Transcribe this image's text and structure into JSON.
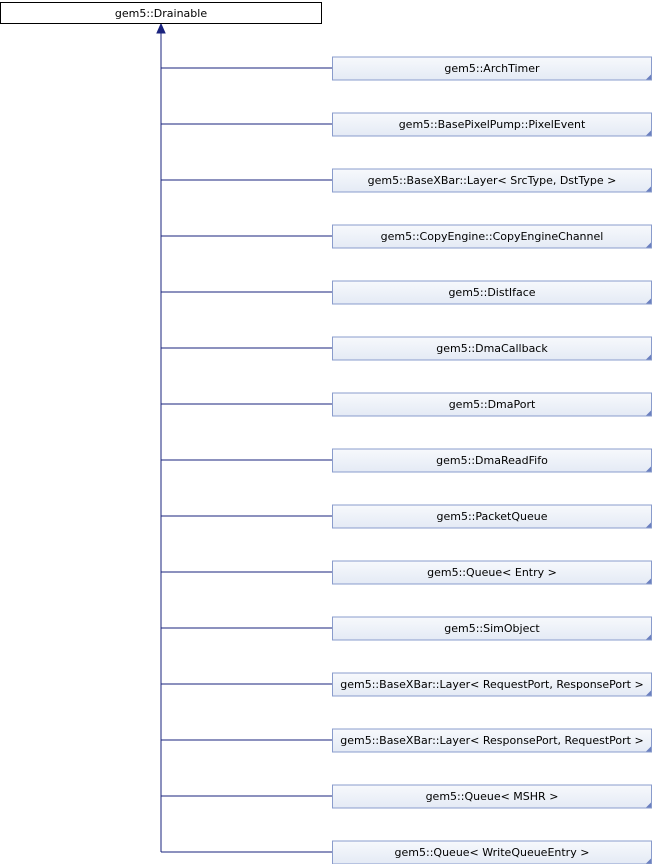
{
  "root": {
    "label": "gem5::Drainable"
  },
  "children": [
    {
      "label": "gem5::ArchTimer"
    },
    {
      "label": "gem5::BasePixelPump::PixelEvent"
    },
    {
      "label": "gem5::BaseXBar::Layer< SrcType, DstType >"
    },
    {
      "label": "gem5::CopyEngine::CopyEngineChannel"
    },
    {
      "label": "gem5::DistIface"
    },
    {
      "label": "gem5::DmaCallback"
    },
    {
      "label": "gem5::DmaPort"
    },
    {
      "label": "gem5::DmaReadFifo"
    },
    {
      "label": "gem5::PacketQueue"
    },
    {
      "label": "gem5::Queue< Entry >"
    },
    {
      "label": "gem5::SimObject"
    },
    {
      "label": "gem5::BaseXBar::Layer< RequestPort, ResponsePort >"
    },
    {
      "label": "gem5::BaseXBar::Layer< ResponsePort, RequestPort >"
    },
    {
      "label": "gem5::Queue< MSHR >"
    },
    {
      "label": "gem5::Queue< WriteQueueEntry >"
    }
  ],
  "colors": {
    "root_fill": "#ffffff",
    "root_stroke": "#000000",
    "child_fill_top": "#f7f9fc",
    "child_fill_bottom": "#e4eaf5",
    "child_stroke": "#8a9ccc",
    "edge": "#1a237e",
    "corner_mark": "#6b80c0"
  }
}
